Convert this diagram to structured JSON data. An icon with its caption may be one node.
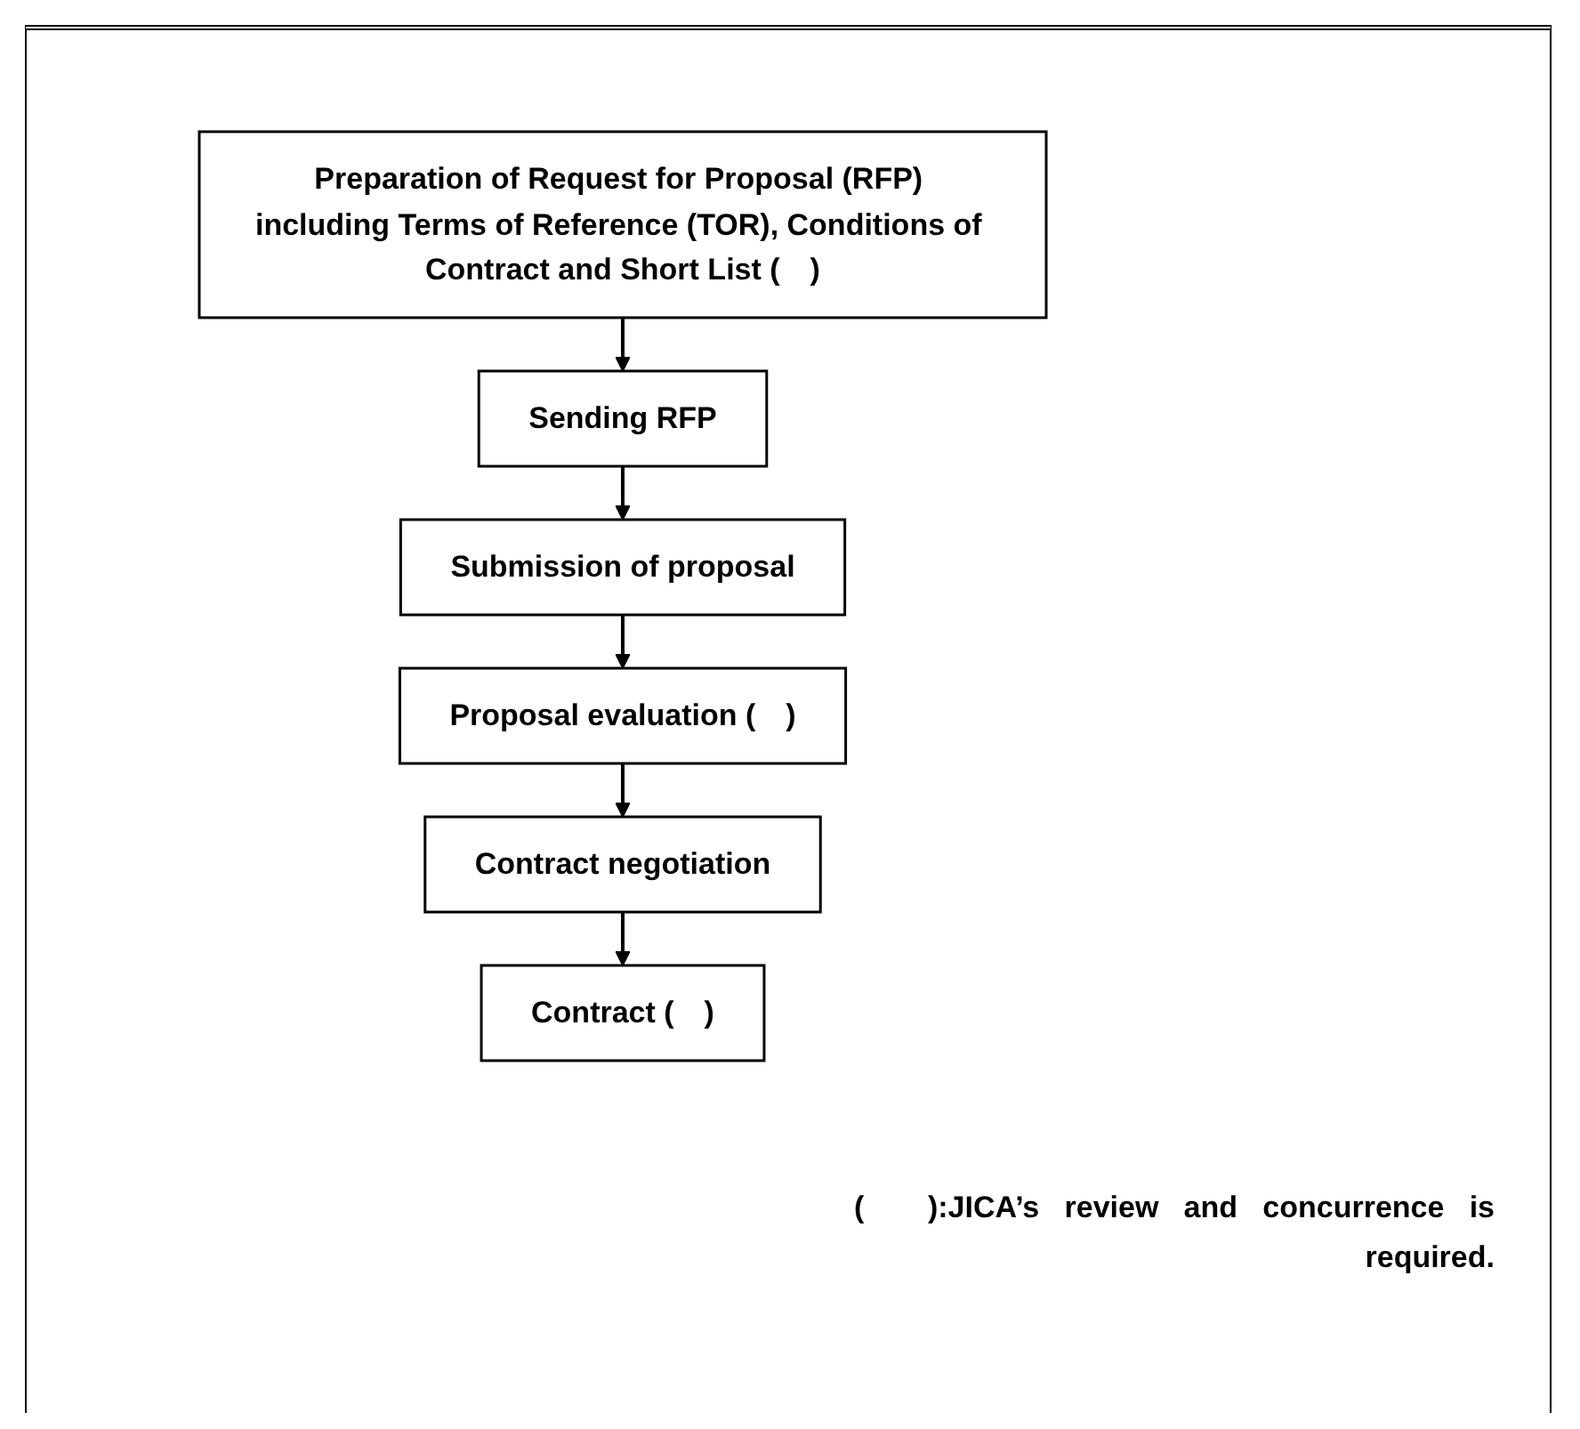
{
  "diagram": {
    "nodes": [
      {
        "text": [
          "Preparation of Request for Proposal (RFP) including Terms of Reference (TOR), Conditions of Contract and Short List (　)"
        ]
      },
      {
        "text": [
          "Sending RFP"
        ]
      },
      {
        "text": [
          "Submission of proposal"
        ]
      },
      {
        "text": [
          "Proposal evaluation (　)"
        ]
      },
      {
        "text": [
          "Contract negotiation"
        ]
      },
      {
        "text": [
          "Contract (　)"
        ]
      }
    ],
    "edges": [
      {
        "from": 0,
        "to": 1,
        "arrow": "to"
      },
      {
        "from": 1,
        "to": 2,
        "arrow": "to"
      },
      {
        "from": 2,
        "to": 3,
        "arrow": "to"
      },
      {
        "from": 3,
        "to": 4,
        "arrow": "to"
      },
      {
        "from": 4,
        "to": 5,
        "arrow": "to"
      }
    ],
    "labels": [
      "(　):JICA’s review and concurrence is required."
    ]
  }
}
